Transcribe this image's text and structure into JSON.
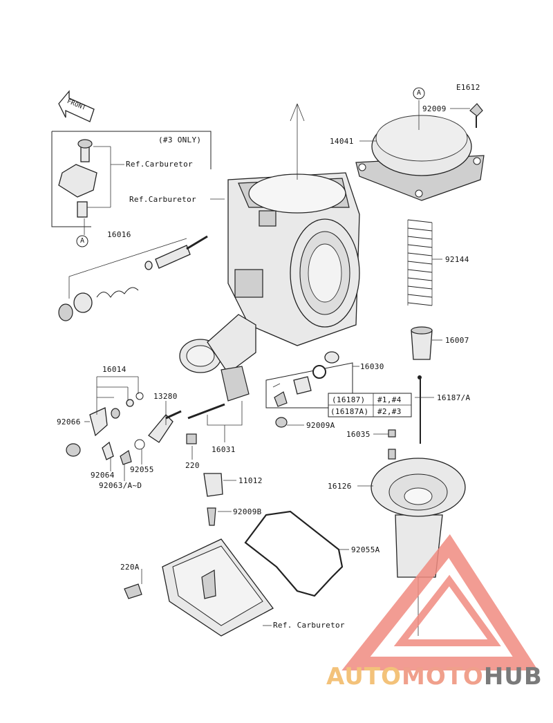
{
  "diagram_code": "E1612",
  "callout_a": "A",
  "front_label": "FRONT",
  "note_3_only": "(#3 ONLY)",
  "ref_carburetor": "Ref.Carburetor",
  "ref_carburetor_spaced": "Ref. Carburetor",
  "parts": {
    "p92009": "92009",
    "p14041": "14041",
    "p92144": "92144",
    "p16007": "16007",
    "p16187a": "16187/A",
    "p16035": "16035",
    "p16126": "16126",
    "p92055a": "92055A",
    "p16016": "16016",
    "p16014": "16014",
    "p92066": "92066",
    "p13280": "13280",
    "p92064": "92064",
    "p92063": "92063/A~D",
    "p92055": "92055",
    "p220": "220",
    "p16031": "16031",
    "p16030": "16030",
    "p92009a": "92009A",
    "p11012": "11012",
    "p92009b": "92009B",
    "p220a": "220A"
  },
  "variant_table": {
    "rows": [
      {
        "part": "(16187)",
        "carbs": "#1,#4"
      },
      {
        "part": "(16187A)",
        "carbs": "#2,#3"
      }
    ]
  },
  "watermark": {
    "part1": "AUTO",
    "part2": "MOTO",
    "part3": "HUB",
    "color_auto": "#f3c27a",
    "color_moto": "#f0a08c",
    "color_hub": "#7a7a7a",
    "logo_color": "#f08b80"
  }
}
